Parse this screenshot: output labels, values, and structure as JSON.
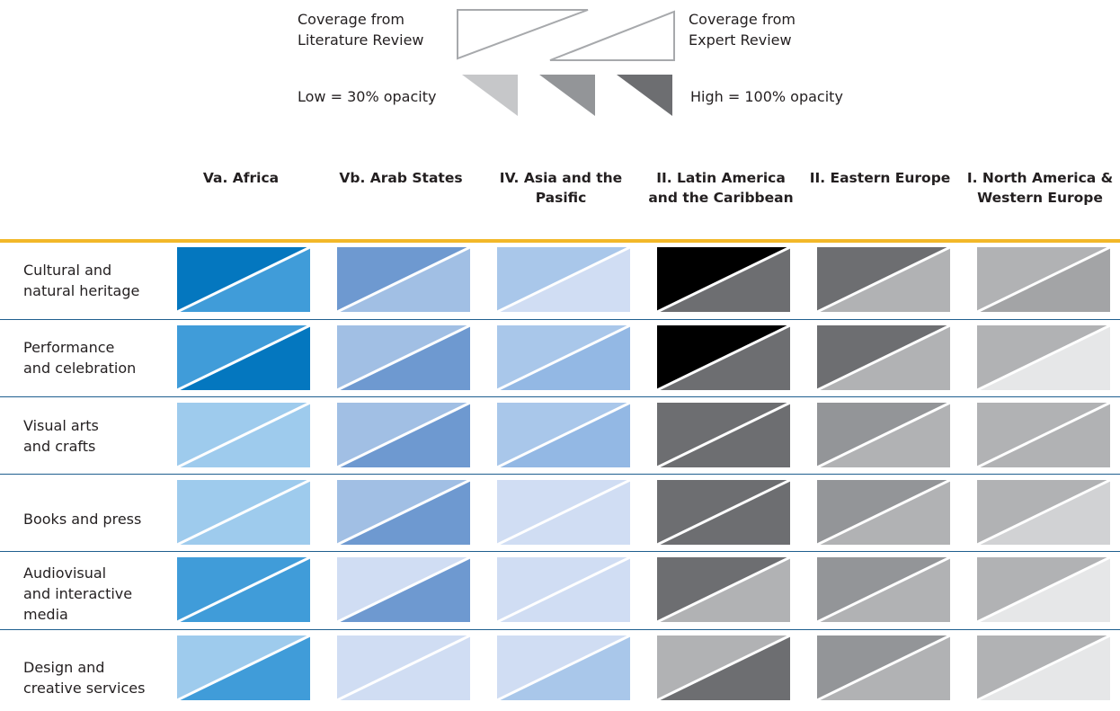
{
  "legend": {
    "literature_label": "Coverage from\nLiterature Review",
    "expert_label": "Coverage from\nExpert Review",
    "low_label": "Low = 30% opacity",
    "high_label": "High = 100% opacity",
    "outline_color": "#a7a9ac",
    "swatches": [
      "#c6c7c9",
      "#939598",
      "#6d6e71"
    ]
  },
  "header_rule_color": "#f2b829",
  "row_rule_color": "#1f5f8f",
  "columns": [
    "Va. Africa",
    "Vb. Arab States",
    "IV. Asia and the\nPasific",
    "II. Latin America\nand the\nCaribbean",
    "II. Eastern\nEurope",
    "I. North America\n& Western\nEurope"
  ],
  "rows": [
    "Cultural and\nnatural heritage",
    "Performance\nand celebration",
    "Visual arts\nand crafts",
    "Books and press",
    "Audiovisual\nand interactive\nmedia",
    "Design and\ncreative services"
  ],
  "cells": [
    [
      [
        "#0477bf",
        "#409cd9"
      ],
      [
        "#6e99d0",
        "#a1bfe4"
      ],
      [
        "#a9c7ea",
        "#d0ddf3"
      ],
      [
        "#000000",
        "#6d6e71"
      ],
      [
        "#6d6e71",
        "#b1b2b4"
      ],
      [
        "#b1b2b4",
        "#a3a4a6"
      ]
    ],
    [
      [
        "#409cd9",
        "#0477bf"
      ],
      [
        "#a1bfe4",
        "#6e99d0"
      ],
      [
        "#a9c7ea",
        "#93b8e4"
      ],
      [
        "#000000",
        "#6d6e71"
      ],
      [
        "#6d6e71",
        "#b1b2b4"
      ],
      [
        "#b1b2b4",
        "#e6e7e8"
      ]
    ],
    [
      [
        "#9ecbed",
        "#9ecbed"
      ],
      [
        "#a1bfe4",
        "#6e99d0"
      ],
      [
        "#a9c7ea",
        "#93b8e4"
      ],
      [
        "#6d6e71",
        "#6d6e71"
      ],
      [
        "#939598",
        "#b1b2b4"
      ],
      [
        "#b1b2b4",
        "#b1b2b4"
      ]
    ],
    [
      [
        "#9ecbed",
        "#9ecbed"
      ],
      [
        "#a1bfe4",
        "#6e99d0"
      ],
      [
        "#d0ddf3",
        "#d0ddf3"
      ],
      [
        "#6d6e71",
        "#6d6e71"
      ],
      [
        "#939598",
        "#b1b2b4"
      ],
      [
        "#b1b2b4",
        "#d1d2d4"
      ]
    ],
    [
      [
        "#409cd9",
        "#409cd9"
      ],
      [
        "#d0ddf3",
        "#6e99d0"
      ],
      [
        "#d0ddf3",
        "#d0ddf3"
      ],
      [
        "#6d6e71",
        "#b1b2b4"
      ],
      [
        "#939598",
        "#b1b2b4"
      ],
      [
        "#b1b2b4",
        "#e6e7e8"
      ]
    ],
    [
      [
        "#9ecbed",
        "#409cd9"
      ],
      [
        "#d0ddf3",
        "#d0ddf3"
      ],
      [
        "#d0ddf3",
        "#a9c7ea"
      ],
      [
        "#b1b2b4",
        "#6d6e71"
      ],
      [
        "#939598",
        "#b1b2b4"
      ],
      [
        "#b1b2b4",
        "#e6e7e8"
      ]
    ]
  ]
}
